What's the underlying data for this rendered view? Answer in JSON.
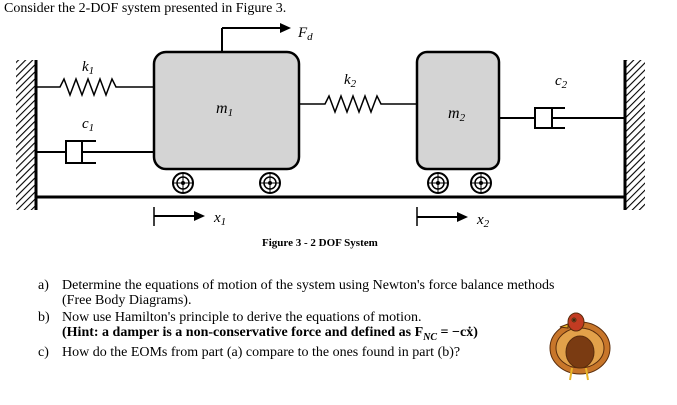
{
  "intro": "Consider the 2-DOF system presented in Figure 3.",
  "figure": {
    "caption": "Figure 3 - 2 DOF System",
    "labels": {
      "force": "F",
      "force_sub": "d",
      "k1": "k",
      "k1_sub": "1",
      "c1": "c",
      "c1_sub": "1",
      "m1": "m",
      "m1_sub": "1",
      "k2": "k",
      "k2_sub": "2",
      "m2": "m",
      "m2_sub": "2",
      "c2": "c",
      "c2_sub": "2",
      "x1": "x",
      "x1_sub": "1",
      "x2": "x",
      "x2_sub": "2"
    }
  },
  "questions": [
    {
      "label": "a)",
      "lines": [
        "Determine the equations of motion of the system using Newton's force balance methods",
        "(Free Body Diagrams)."
      ]
    },
    {
      "label": "b)",
      "lines": [
        "Now use Hamilton's principle to derive the equations of motion."
      ],
      "hint_prefix": "(Hint: a damper is a non-conservative force and defined as F",
      "hint_sub": "NC",
      "hint_suffix": " = −cẋ)"
    },
    {
      "label": "c)",
      "lines": [
        "How do the EOMs from part (a) compare to the ones found in part (b)?"
      ]
    }
  ],
  "colors": {
    "mass_fill": "#d4d4d4",
    "line": "#000000"
  },
  "icons": [
    "turkey-icon"
  ]
}
